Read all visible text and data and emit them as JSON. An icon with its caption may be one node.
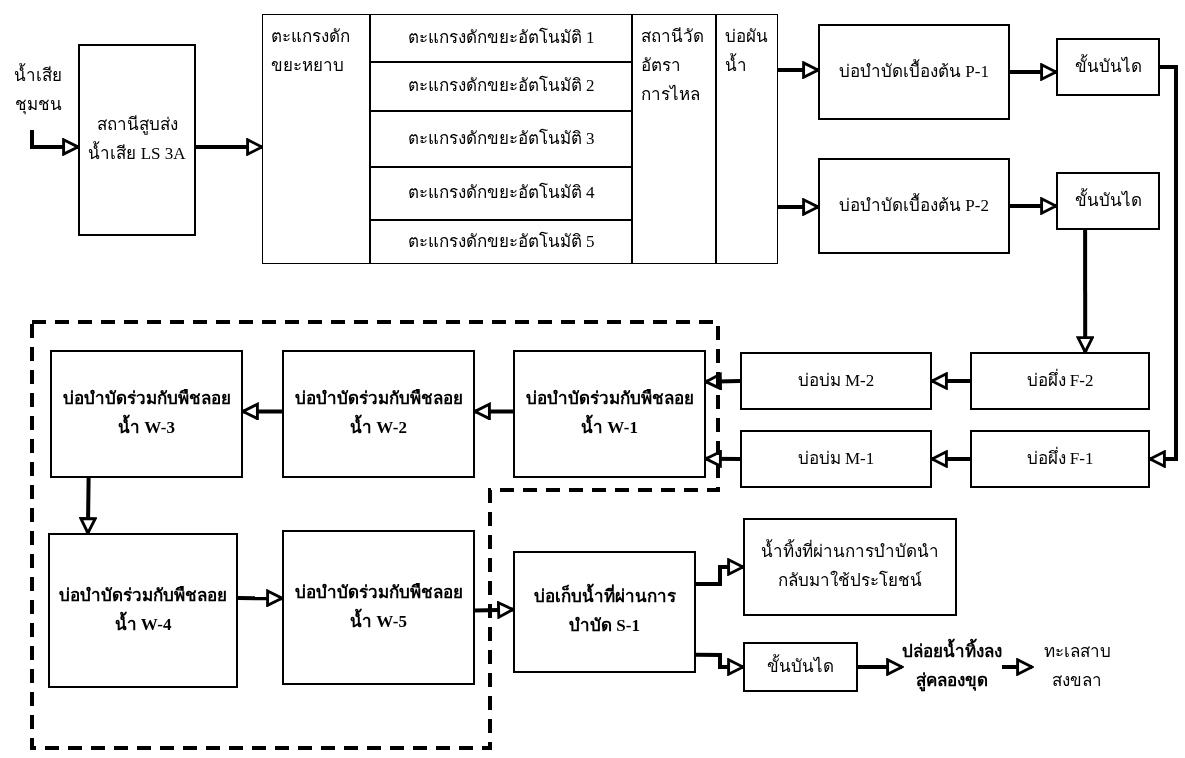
{
  "diagram": {
    "nodes": [
      {
        "text": [
          "น้ำเสียชุมชน"
        ]
      },
      {
        "text": [
          "สถานีสูบส่งน้ำเสีย LS 3A"
        ]
      },
      {
        "text": [],
        "shape": "box"
      },
      {
        "text": [
          "ตะแกรงดักขยะหยาบ"
        ],
        "in": 2
      },
      {
        "text": [
          "ตะแกรงดักขยะอัตโนมัติ 1"
        ],
        "in": 2
      },
      {
        "text": [
          "ตะแกรงดักขยะอัตโนมัติ 2"
        ],
        "in": 2
      },
      {
        "text": [
          "ตะแกรงดักขยะอัตโนมัติ 3"
        ],
        "in": 2
      },
      {
        "text": [
          "ตะแกรงดักขยะอัตโนมัติ 4"
        ],
        "in": 2
      },
      {
        "text": [
          "ตะแกรงดักขยะอัตโนมัติ 5"
        ],
        "in": 2
      },
      {
        "text": [
          "สถานีวัดอัตราการไหล"
        ],
        "in": 2
      },
      {
        "text": [
          "บ่อผันน้ำ"
        ],
        "in": 2
      },
      {
        "text": [
          "บ่อบำบัดเบื้องต้น P-1"
        ]
      },
      {
        "text": [
          "ขั้นบันได"
        ]
      },
      {
        "text": [
          "บ่อบำบัดเบื้องต้น P-2"
        ]
      },
      {
        "text": [
          "ขั้นบันได"
        ]
      },
      {
        "text": [],
        "shape": "box"
      },
      {
        "text": [
          "บ่อบำบัดร่วมกับพืชลอยน้ำ W-3"
        ],
        "in": 15
      },
      {
        "text": [
          "บ่อบำบัดร่วมกับพืชลอยน้ำ W-2"
        ],
        "in": 15
      },
      {
        "text": [
          "บ่อบำบัดร่วมกับพืชลอยน้ำ W-1"
        ],
        "in": 15
      },
      {
        "text": [
          "บ่อบ่ม M-2"
        ]
      },
      {
        "text": [
          "บ่อผึ่ง F-2"
        ]
      },
      {
        "text": [
          "บ่อบ่ม M-1"
        ]
      },
      {
        "text": [
          "บ่อผึ่ง F-1"
        ]
      },
      {
        "text": [
          "บ่อบำบัดร่วมกับพืชลอยน้ำ W-4"
        ],
        "in": 15
      },
      {
        "text": [
          "บ่อบำบัดร่วมกับพืชลอยน้ำ W-5"
        ],
        "in": 15
      },
      {
        "text": [
          "บ่อเก็บน้ำที่ผ่านการบำบัด S-1"
        ]
      },
      {
        "text": [
          "น้ำทิ้งที่ผ่านการบำบัดนำกลับมาใช้ประโยชน์"
        ]
      },
      {
        "text": [
          "ขั้นบันได"
        ]
      },
      {
        "text": [
          "ปล่อยน้ำทิ้งลงสู่คลองขุด"
        ]
      },
      {
        "text": [
          "ทะเลสาบสงขลา"
        ]
      }
    ],
    "edges": [
      {
        "from": 0,
        "to": 1,
        "arrow": "to"
      },
      {
        "from": 1,
        "to": 3,
        "arrow": "to"
      },
      {
        "from": 10,
        "to": 11,
        "arrow": "to"
      },
      {
        "from": 10,
        "to": 13,
        "arrow": "to"
      },
      {
        "from": 11,
        "to": 12,
        "arrow": "to"
      },
      {
        "from": 13,
        "to": 14,
        "arrow": "to"
      },
      {
        "from": 12,
        "to": 22,
        "arrow": "to"
      },
      {
        "from": 14,
        "to": 20,
        "arrow": "to"
      },
      {
        "from": 20,
        "to": 19,
        "arrow": "to"
      },
      {
        "from": 19,
        "to": 18,
        "arrow": "to"
      },
      {
        "from": 22,
        "to": 21,
        "arrow": "to"
      },
      {
        "from": 21,
        "to": 18,
        "arrow": "to"
      },
      {
        "from": 18,
        "to": 17,
        "arrow": "to"
      },
      {
        "from": 17,
        "to": 16,
        "arrow": "to"
      },
      {
        "from": 16,
        "to": 23,
        "arrow": "to"
      },
      {
        "from": 23,
        "to": 24,
        "arrow": "to"
      },
      {
        "from": 24,
        "to": 25,
        "arrow": "to"
      },
      {
        "from": 25,
        "to": 26,
        "arrow": "to"
      },
      {
        "from": 25,
        "to": 27,
        "arrow": "to"
      },
      {
        "from": 27,
        "to": 28,
        "arrow": "to"
      },
      {
        "from": 28,
        "to": 29,
        "arrow": "to"
      }
    ]
  }
}
